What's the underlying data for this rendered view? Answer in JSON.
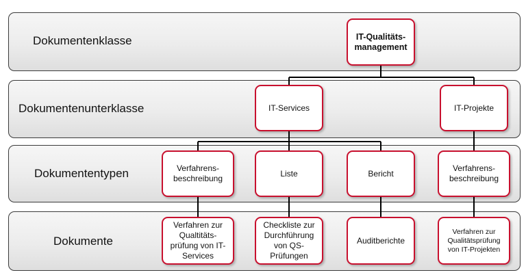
{
  "levels": {
    "class": "Dokumentenklasse",
    "subclass": "Dokumentenunterklasse",
    "types": "Dokumententypen",
    "documents": "Dokumente"
  },
  "nodes": {
    "root": {
      "line1": "IT-Qualitäts-",
      "line2": "management"
    },
    "it_services": "IT-Services",
    "it_projekte": "IT-Projekte",
    "type_verfahren_1": {
      "line1": "Verfahrens-",
      "line2": "beschreibung"
    },
    "type_liste": "Liste",
    "type_bericht": "Bericht",
    "type_verfahren_2": {
      "line1": "Verfahrens-",
      "line2": "beschreibung"
    },
    "doc_1": {
      "line1": "Verfahren zur",
      "line2": "Qualtitäts-",
      "line3": "prüfung von IT-",
      "line4": "Services"
    },
    "doc_2": {
      "line1": "Checkliste zur",
      "line2": "Durchführung",
      "line3": "von QS-",
      "line4": "Prüfungen"
    },
    "doc_3": "Auditberichte",
    "doc_4": {
      "line1": "Verfahren zur",
      "line2": "Qualitätsprüfung",
      "line3": "von IT-Projekten"
    }
  },
  "colors": {
    "node_border": "#c8102e",
    "connector": "#000000"
  }
}
